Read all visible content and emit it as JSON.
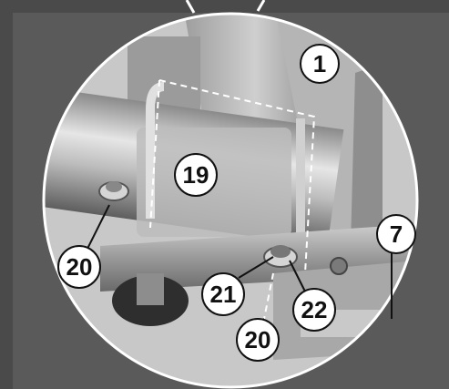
{
  "callouts": {
    "c1": "1",
    "c19": "19",
    "c20a": "20",
    "c7": "7",
    "c21": "21",
    "c22": "22",
    "c20b": "20"
  },
  "colors": {
    "frame": "#5a5a5a",
    "metal_light": "#d9d9d9",
    "metal_mid": "#a6a6a6",
    "metal_dark": "#6e6e6e",
    "shadow": "#3a3a3a",
    "callout_fill": "#ffffff",
    "callout_stroke": "#111111"
  }
}
